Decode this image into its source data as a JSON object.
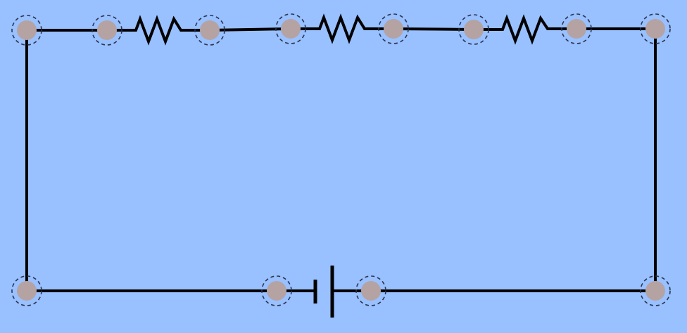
{
  "canvas": {
    "background": "#99c0ff"
  },
  "colors": {
    "wire": "#000000",
    "node_fill": "#b5a3a3",
    "node_ring": "#2b3550"
  },
  "components": [
    {
      "id": "r1",
      "type": "resistor",
      "icon": "resistor-icon"
    },
    {
      "id": "r2",
      "type": "resistor",
      "icon": "resistor-icon"
    },
    {
      "id": "r3",
      "type": "resistor",
      "icon": "resistor-icon"
    },
    {
      "id": "b1",
      "type": "battery",
      "icon": "battery-icon"
    }
  ],
  "terminal_count": 12
}
